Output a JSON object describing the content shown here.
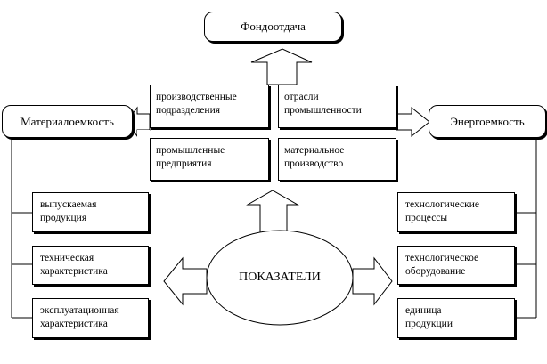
{
  "diagram": {
    "top": "Фондоотдача",
    "left": "Материалоемкость",
    "right": "Энергоемкость",
    "center": "ПОКАЗАТЕЛИ",
    "grid": {
      "top_left": "производственные\nподразделения",
      "top_right": "отрасли\nпромышленности",
      "bottom_left": "промышленные\nпредприятия",
      "bottom_right": "материальное\nпроизводство"
    },
    "left_items": [
      "выпускаемая\nпродукция",
      "техническая\nхарактеристика",
      "эксплуатационная\nхарактеристика"
    ],
    "right_items": [
      "технологические\nпроцессы",
      "технологическое\nоборудование",
      "единица\nпродукции"
    ]
  }
}
